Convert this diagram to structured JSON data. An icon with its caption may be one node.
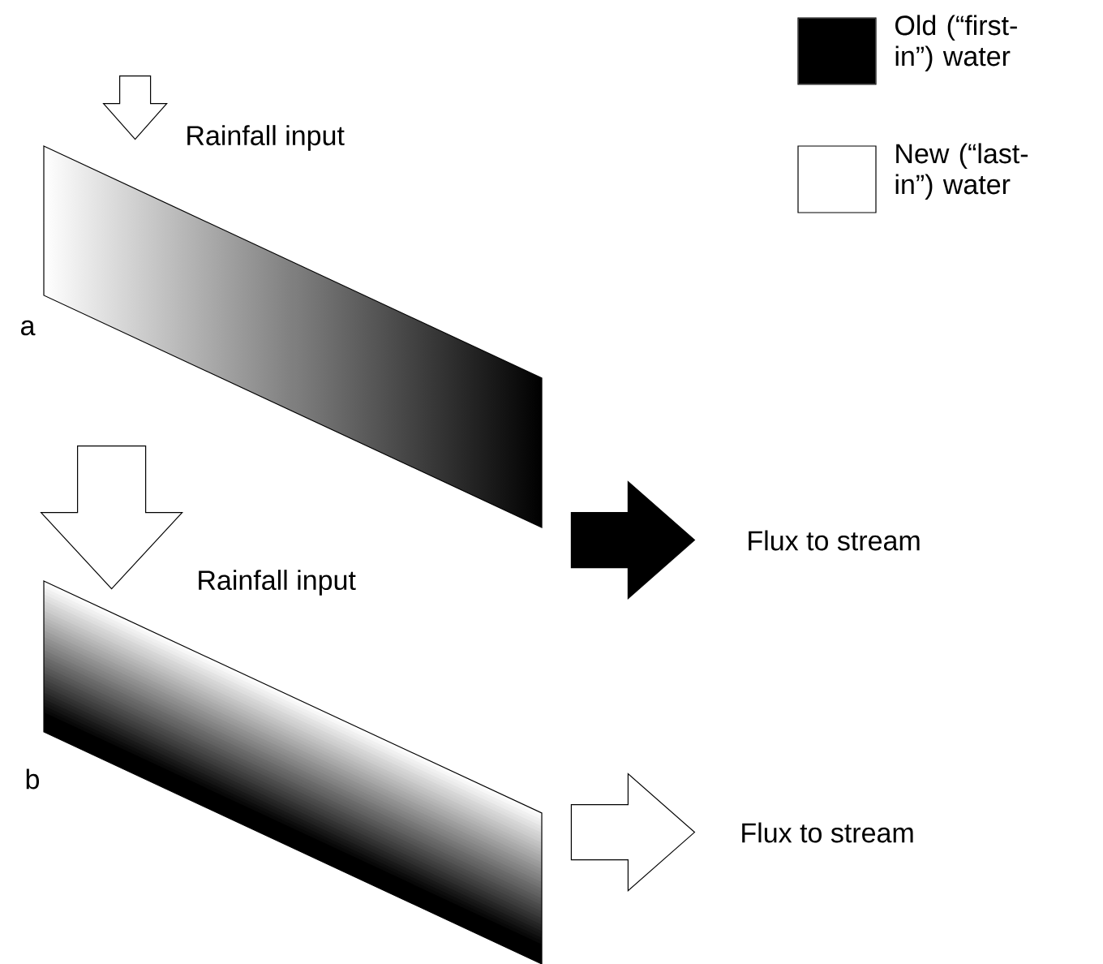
{
  "diagram": {
    "nodes": [
      {
        "text": [],
        "shape": "box",
        "beside": [
          "a"
        ]
      },
      {
        "text": [],
        "shape": "box",
        "beside": [
          "b"
        ]
      }
    ],
    "edges": [
      {
        "from": null,
        "to": 0,
        "arrow": "to",
        "label": "Rainfall input"
      },
      {
        "from": 0,
        "to": null,
        "arrow": "to",
        "label": "Flux to stream",
        "color": "#000000"
      },
      {
        "from": null,
        "to": 1,
        "arrow": "to",
        "label": "Rainfall input"
      },
      {
        "from": 1,
        "to": null,
        "arrow": "to",
        "label": "Flux to stream"
      }
    ],
    "legend": [
      {
        "text": "Old (“first-in”) water",
        "color": "#000000"
      },
      {
        "text": "New (“last-in”) water"
      }
    ]
  }
}
